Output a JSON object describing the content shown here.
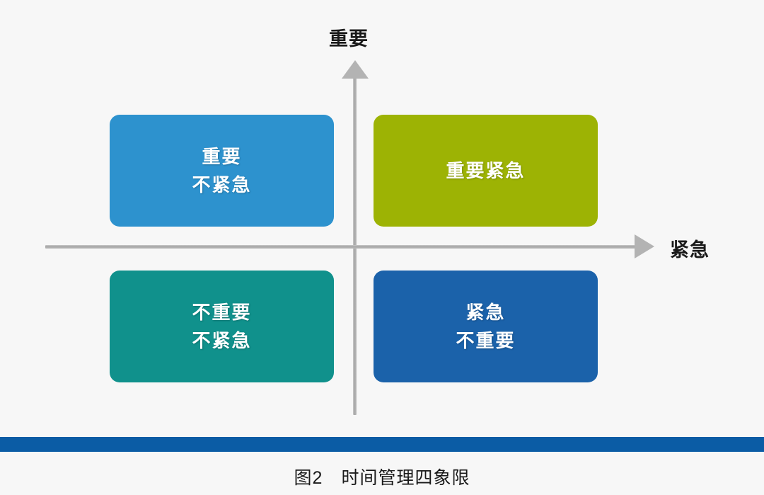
{
  "figure": {
    "background_color": "#f7f7f7",
    "caption": "图2　时间管理四象限"
  },
  "axes": {
    "vertical": {
      "label": "重要",
      "direction": "up",
      "color": "#a6a6a6"
    },
    "horizontal": {
      "label": "紧急",
      "direction": "right",
      "color": "#a6a6a6"
    }
  },
  "quadrants": [
    {
      "position": "top-left",
      "lines": [
        "重要",
        "不紧急"
      ],
      "color": "#2d92ce",
      "text_color": "#ffffff"
    },
    {
      "position": "top-right",
      "lines": [
        "重要紧急"
      ],
      "color": "#9db304",
      "text_color": "#ffffff"
    },
    {
      "position": "bottom-left",
      "lines": [
        "不重要",
        "不紧急"
      ],
      "color": "#10918c",
      "text_color": "#ffffff"
    },
    {
      "position": "bottom-right",
      "lines": [
        "紧急",
        "不重要"
      ],
      "color": "#1b62aa",
      "text_color": "#ffffff"
    }
  ],
  "footer": {
    "bar_color": "#0b5ca5"
  }
}
